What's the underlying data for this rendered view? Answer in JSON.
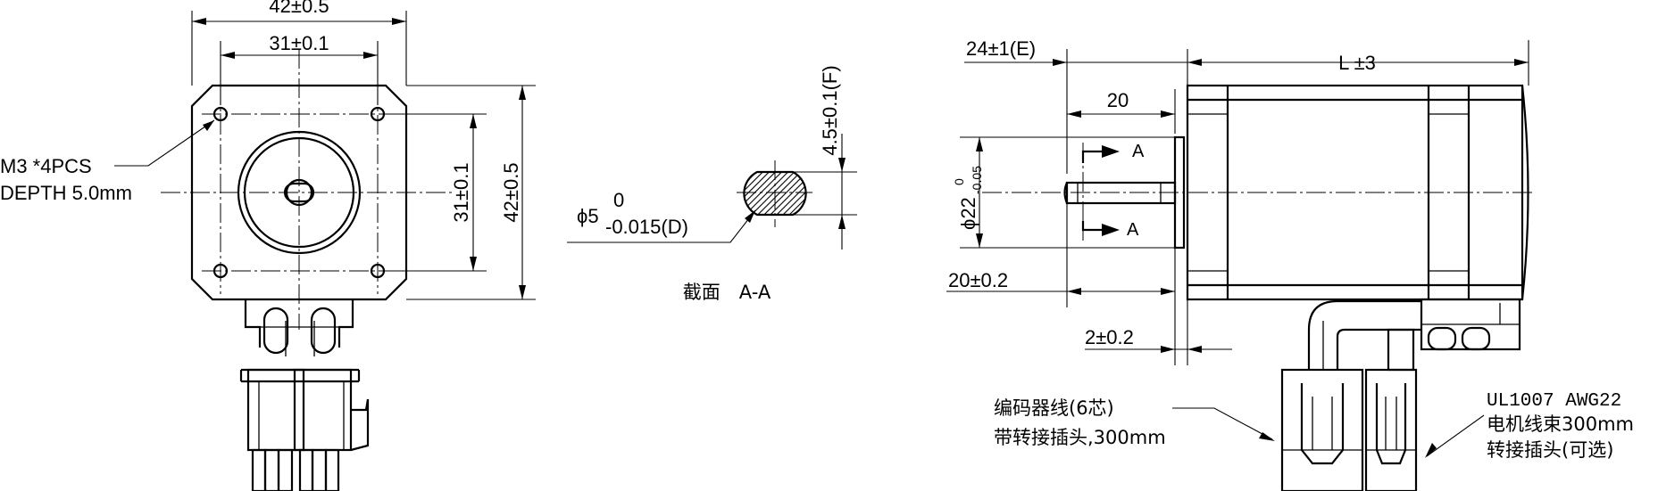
{
  "front_view": {
    "dim_width_outer": "42±0.5",
    "dim_width_holes": "31±0.1",
    "dim_height_holes": "31±0.1",
    "dim_height_outer": "42±0.5",
    "hole_note_line1": "M3 *4PCS",
    "hole_note_line2": "DEPTH 5.0mm"
  },
  "section_view": {
    "flat_dim": "4.5±0.1(F)",
    "shaft_dia_prefix": "ϕ5",
    "shaft_tol_upper": "0",
    "shaft_tol_lower": "-0.015(D)",
    "caption": "截面　A-A"
  },
  "side_view": {
    "dim_shaft_length": "24±1(E)",
    "dim_total_length": "L ±3",
    "dim_shaft_flat": "20",
    "dim_boss_dia": "ϕ22",
    "dim_boss_tol_upper": "0",
    "dim_boss_tol_lower": "-0.05",
    "dim_flat_length": "20±0.2",
    "dim_boss_height": "2±0.2",
    "section_mark_top": "A",
    "section_mark_bottom": "A"
  },
  "notes": {
    "encoder_line1": "编码器线(6芯)",
    "encoder_line2": "带转接插头,300mm",
    "motor_line1": "UL1007 AWG22",
    "motor_line2": "电机线束300mm",
    "motor_line3": "转接插头(可选)"
  }
}
